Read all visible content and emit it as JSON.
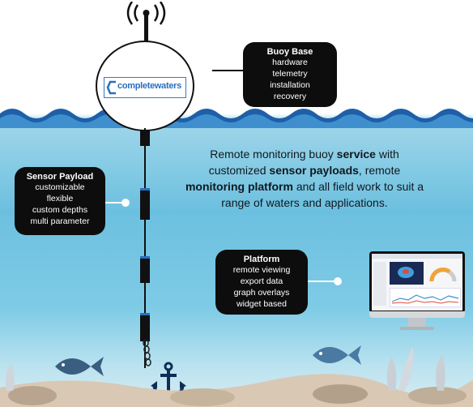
{
  "logo": {
    "text": "completewaters"
  },
  "buoy_base": {
    "title": "Buoy Base",
    "items": [
      "hardware",
      "telemetry",
      "installation",
      "recovery"
    ]
  },
  "sensor_payload": {
    "title": "Sensor Payload",
    "items": [
      "customizable",
      "flexible",
      "custom depths",
      "multi parameter"
    ]
  },
  "platform": {
    "title": "Platform",
    "items": [
      "remote viewing",
      "export data",
      "graph overlays",
      "widget based"
    ]
  },
  "description": {
    "p1": "Remote monitoring buoy ",
    "b1": "service",
    "p2": " with customized ",
    "b2": "sensor payloads",
    "p3": ", remote ",
    "b3": "monitoring platform",
    "p4": " and all field work to suit a range of waters and applications."
  },
  "colors": {
    "accent": "#2a6fbf",
    "box": "#0d0d0d",
    "water": "#6cc0df"
  }
}
